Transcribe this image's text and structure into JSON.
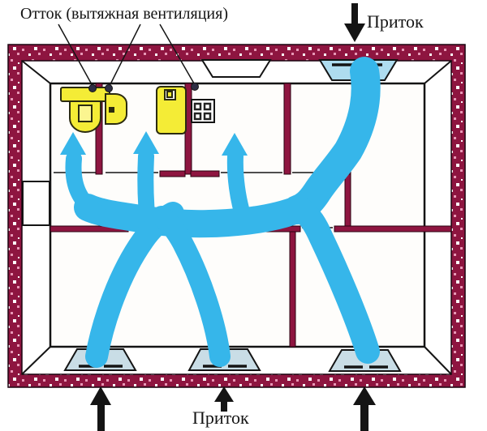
{
  "labels": {
    "outflow": "Отток (вытяжная вентиляция)",
    "inflow_top": "Приток",
    "inflow_bottom": "Приток"
  },
  "colors": {
    "wall": "#8e1540",
    "speckle_white": "#ffffff",
    "speckle_pink": "#e898b6",
    "airflow": "#36b6ea",
    "window_glass": "#c9dde6",
    "window_inflow_glass": "#aedcef",
    "fixture_yellow": "#f4ec36",
    "outline": "#141414",
    "background": "#ffffff"
  },
  "plan": {
    "exhaust_vents": [
      {
        "name": "toilet-vent"
      },
      {
        "name": "bathroom-vent"
      },
      {
        "name": "kitchen-vent"
      }
    ],
    "inflow_windows": [
      {
        "name": "top-right-window"
      },
      {
        "name": "bottom-left-window"
      },
      {
        "name": "bottom-middle-window"
      },
      {
        "name": "bottom-right-window"
      }
    ],
    "fixtures": [
      {
        "name": "toilet"
      },
      {
        "name": "sink"
      },
      {
        "name": "bathtub"
      },
      {
        "name": "stove"
      }
    ]
  }
}
